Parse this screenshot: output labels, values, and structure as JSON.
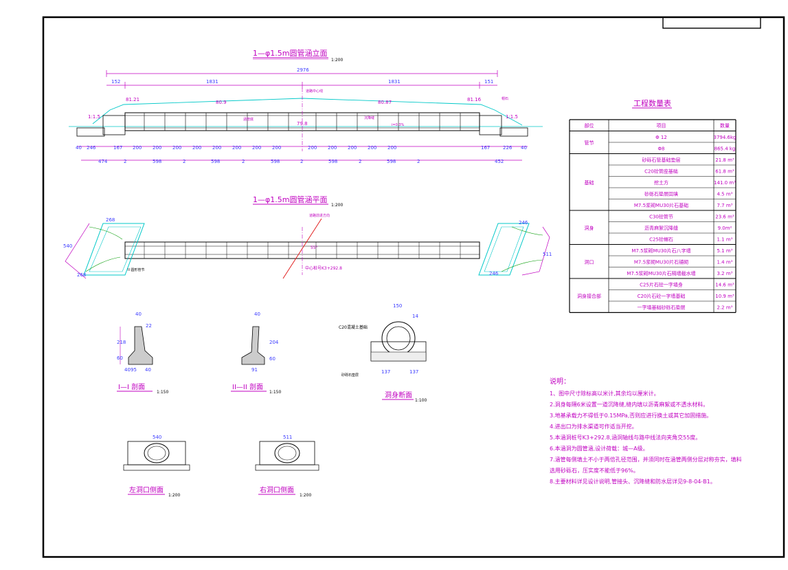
{
  "sheet": {
    "elevation_title": "1—φ1.5m圆管涵立面",
    "elevation_scale": "1:200",
    "plan_title": "1—φ1.5m圆管涵平面",
    "plan_scale": "1:200",
    "section1_title": "I—I 剖面",
    "section1_scale": "1:150",
    "section2_title": "II—II 剖面",
    "section2_scale": "1:150",
    "culvert_section_title": "洞身断面",
    "culvert_section_scale": "1:100",
    "left_portal_title": "左洞口侧面",
    "left_portal_scale": "1:200",
    "right_portal_title": "右洞口侧面",
    "right_portal_scale": "1:200"
  },
  "elevation": {
    "total_dim": "2976",
    "top_dims": [
      "152",
      "1831",
      "1831",
      "151"
    ],
    "levels": [
      "81.21",
      "80.9",
      "80.87",
      "81.16"
    ],
    "slopes": [
      "1:1.5",
      "1:1.5"
    ],
    "road_center": "道路中心线",
    "center_value": "79.8",
    "seg_dims": [
      "246",
      "167",
      "200",
      "200",
      "200",
      "200",
      "200",
      "200",
      "200",
      "200",
      "200",
      "200",
      "200",
      "200",
      "200",
      "167",
      "226"
    ],
    "end_dims": [
      "40",
      "40"
    ],
    "bottom_dims": [
      "474",
      "2",
      "598",
      "2",
      "598",
      "2",
      "598",
      "2",
      "598",
      "2",
      "598",
      "2",
      "452"
    ],
    "labels": [
      "涵管底",
      "沉降缝",
      "i=0.3%",
      "帽石"
    ]
  },
  "plan": {
    "left_dims": [
      "268",
      "540",
      "268"
    ],
    "right_dims": [
      "246",
      "511",
      "246"
    ],
    "left_label": "II 圆形管节",
    "flow_label": "道路前进方向",
    "angle": "55°",
    "station": "中心桩号K3+292.8"
  },
  "section1": {
    "dims": [
      "40",
      "22",
      "218",
      "60",
      "40",
      "95",
      "40"
    ]
  },
  "section2": {
    "dims": [
      "40",
      "204",
      "60",
      "91"
    ]
  },
  "culvert_section": {
    "dims": [
      "150",
      "14",
      "137",
      "137"
    ],
    "labels": [
      "C20混凝土基础",
      "砂砾石垫层"
    ]
  },
  "left_portal": {
    "dims": [
      "540"
    ]
  },
  "right_portal": {
    "dims": [
      "511"
    ]
  },
  "quantity_table": {
    "title": "工程数量表",
    "headers": [
      "部位",
      "项目",
      "数量"
    ],
    "groups": [
      {
        "part": "管节",
        "rows": [
          [
            "Φ 12",
            "3794.6kg"
          ],
          [
            "Φ8",
            "865.4 kg"
          ]
        ]
      },
      {
        "part": "基础",
        "rows": [
          [
            "砂砾石管基础垫层",
            "21.8 m³"
          ],
          [
            "C20砼管座基础",
            "61.8 m³"
          ],
          [
            "挖土方",
            "141.0 m³"
          ],
          [
            "砂砾石垫层回填",
            "4.5 m³"
          ],
          [
            "M7.5浆砌MU30片石基础",
            "7.7 m³"
          ]
        ]
      },
      {
        "part": "洞身",
        "rows": [
          [
            "C30砼管节",
            "23.6 m³"
          ],
          [
            "沥青麻絮沉降缝",
            "9.0m²"
          ],
          [
            "C25砼帽石",
            "1.1 m³"
          ]
        ]
      },
      {
        "part": "洞口",
        "rows": [
          [
            "M7.5浆砌MU30片石八字墙",
            "5.1 m³"
          ],
          [
            "M7.5浆砌MU30片石铺砌",
            "1.4 m³"
          ],
          [
            "M7.5浆砌MU30片石隔墙截水墙",
            "3.2 m³"
          ]
        ]
      },
      {
        "part": "洞身接合部",
        "rows": [
          [
            "C25片石砼一字墙身",
            "14.6 m³"
          ],
          [
            "C20片石砼一字墙基础",
            "10.9 m³"
          ],
          [
            "一字墙基础砂砾石垫层",
            "2.2 m³"
          ]
        ]
      }
    ]
  },
  "notes": {
    "title": "说明：",
    "items": [
      "1、图中尺寸除标高以米计,其余均以厘米计。",
      "2.洞身每隔6米设置一道沉降缝,缝内填以沥青麻絮或不透水材料。",
      "3.地基承载力不得低于0.15MPa,否则应进行换土或其它加固措施。",
      "4.进出口为排水渠道可作适当开挖。",
      "5.本涵洞桩号K3+292.8,涵洞轴线与路中线法向夹角交55度。",
      "6.本涵洞为圆管涵,设计荷载：城—A级。",
      "7.涵管每侧填土不小于两倍孔径范围，并须同时在涵管两侧分层对称夯实，填料",
      "选用砂砾石，压实度不能低于96%。",
      "8.主要材料详见设计说明,管接头、沉降缝和防水层详见9-8-04-B1。"
    ]
  },
  "colors": {
    "magenta": "#c000c0",
    "blue": "#3a3aff",
    "cyan": "#00c8c8",
    "green": "#009a00",
    "red": "#e01010",
    "black": "#000000"
  }
}
